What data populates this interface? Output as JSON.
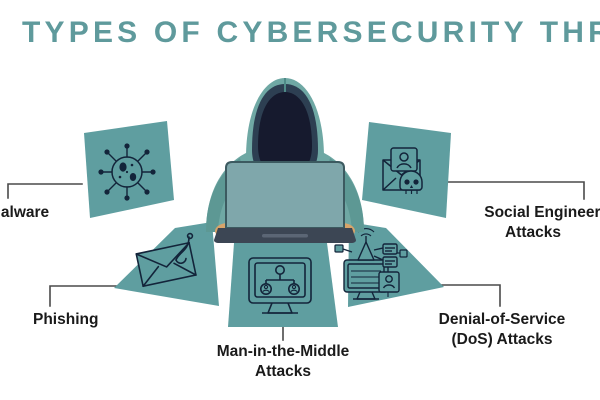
{
  "infographic": {
    "title": "TYPES OF CYBERSECURITY THREATS",
    "title_color": "#5f9a9c",
    "panel_color": "#5f9ea0",
    "background_color": "#ffffff",
    "label_color": "#1a1a1a",
    "connector_color": "#4a4a4a"
  },
  "center": {
    "figure_name": "hooded-hacker-with-laptop",
    "hoodie_color": "#6fa8a4",
    "face_void_color": "#161a2e",
    "laptop_color": "#7fa7ab"
  },
  "threats": [
    {
      "id": "malware",
      "icon": "virus-icon",
      "line1": "Malware",
      "line2": ""
    },
    {
      "id": "phishing",
      "icon": "envelope-fish-hook-icon",
      "line1": "Phishing",
      "line2": ""
    },
    {
      "id": "man-in-the-middle",
      "icon": "monitor-network-users-icon",
      "line1": "Man-in-the-Middle",
      "line2": "Attacks"
    },
    {
      "id": "denial-of-service",
      "icon": "server-network-attack-icon",
      "line1": "Denial-of-Service",
      "line2": "(DoS) Attacks"
    },
    {
      "id": "social-engineering",
      "icon": "envelope-avatar-skull-icon",
      "line1": "Social Engineering",
      "line2": "Attacks"
    }
  ]
}
